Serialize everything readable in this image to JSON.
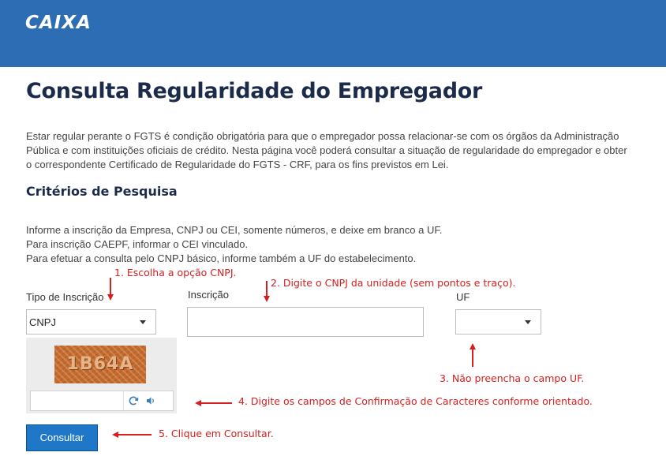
{
  "header": {
    "logo_text": "CAIXA",
    "brand_color": "#2c6db4"
  },
  "page": {
    "title": "Consulta Regularidade do Empregador",
    "intro": "Estar regular perante o FGTS é condição obrigatória para que o empregador possa relacionar-se com os órgãos da Administração Pública e com instituições oficiais de crédito. Nesta página você poderá consultar a situação de regularidade do empregador e obter o correspondente Certificado de Regularidade do FGTS - CRF, para os fins previstos em Lei."
  },
  "criteria": {
    "title": "Critérios de Pesquisa",
    "instructions": [
      "Informe a inscrição da Empresa, CNPJ ou CEI, somente números, e deixe em branco a UF.",
      "Para inscrição CAEPF, informar o CEI vinculado.",
      "Para efetuar a consulta pelo CNPJ básico, informe também a UF do estabelecimento."
    ]
  },
  "form": {
    "tipo_label": "Tipo de Inscrição",
    "tipo_value": "CNPJ",
    "inscricao_label": "Inscrição",
    "inscricao_value": "",
    "uf_label": "UF",
    "uf_value": "",
    "captcha_text": "1B64A",
    "captcha_input_value": "",
    "submit_label": "Consultar"
  },
  "annotations": {
    "color": "#d42020",
    "step1": "1. Escolha a opção CNPJ.",
    "step2": "2. Digite o CNPJ da unidade (sem pontos e traço).",
    "step3": "3. Não preencha o campo UF.",
    "step4": "4. Digite os campos de Confirmação de Caracteres conforme orientado.",
    "step5": "5. Clique em Consultar."
  },
  "icons": {
    "refresh": "refresh-icon",
    "audio": "speaker-icon",
    "dropdown": "chevron-down-icon"
  }
}
